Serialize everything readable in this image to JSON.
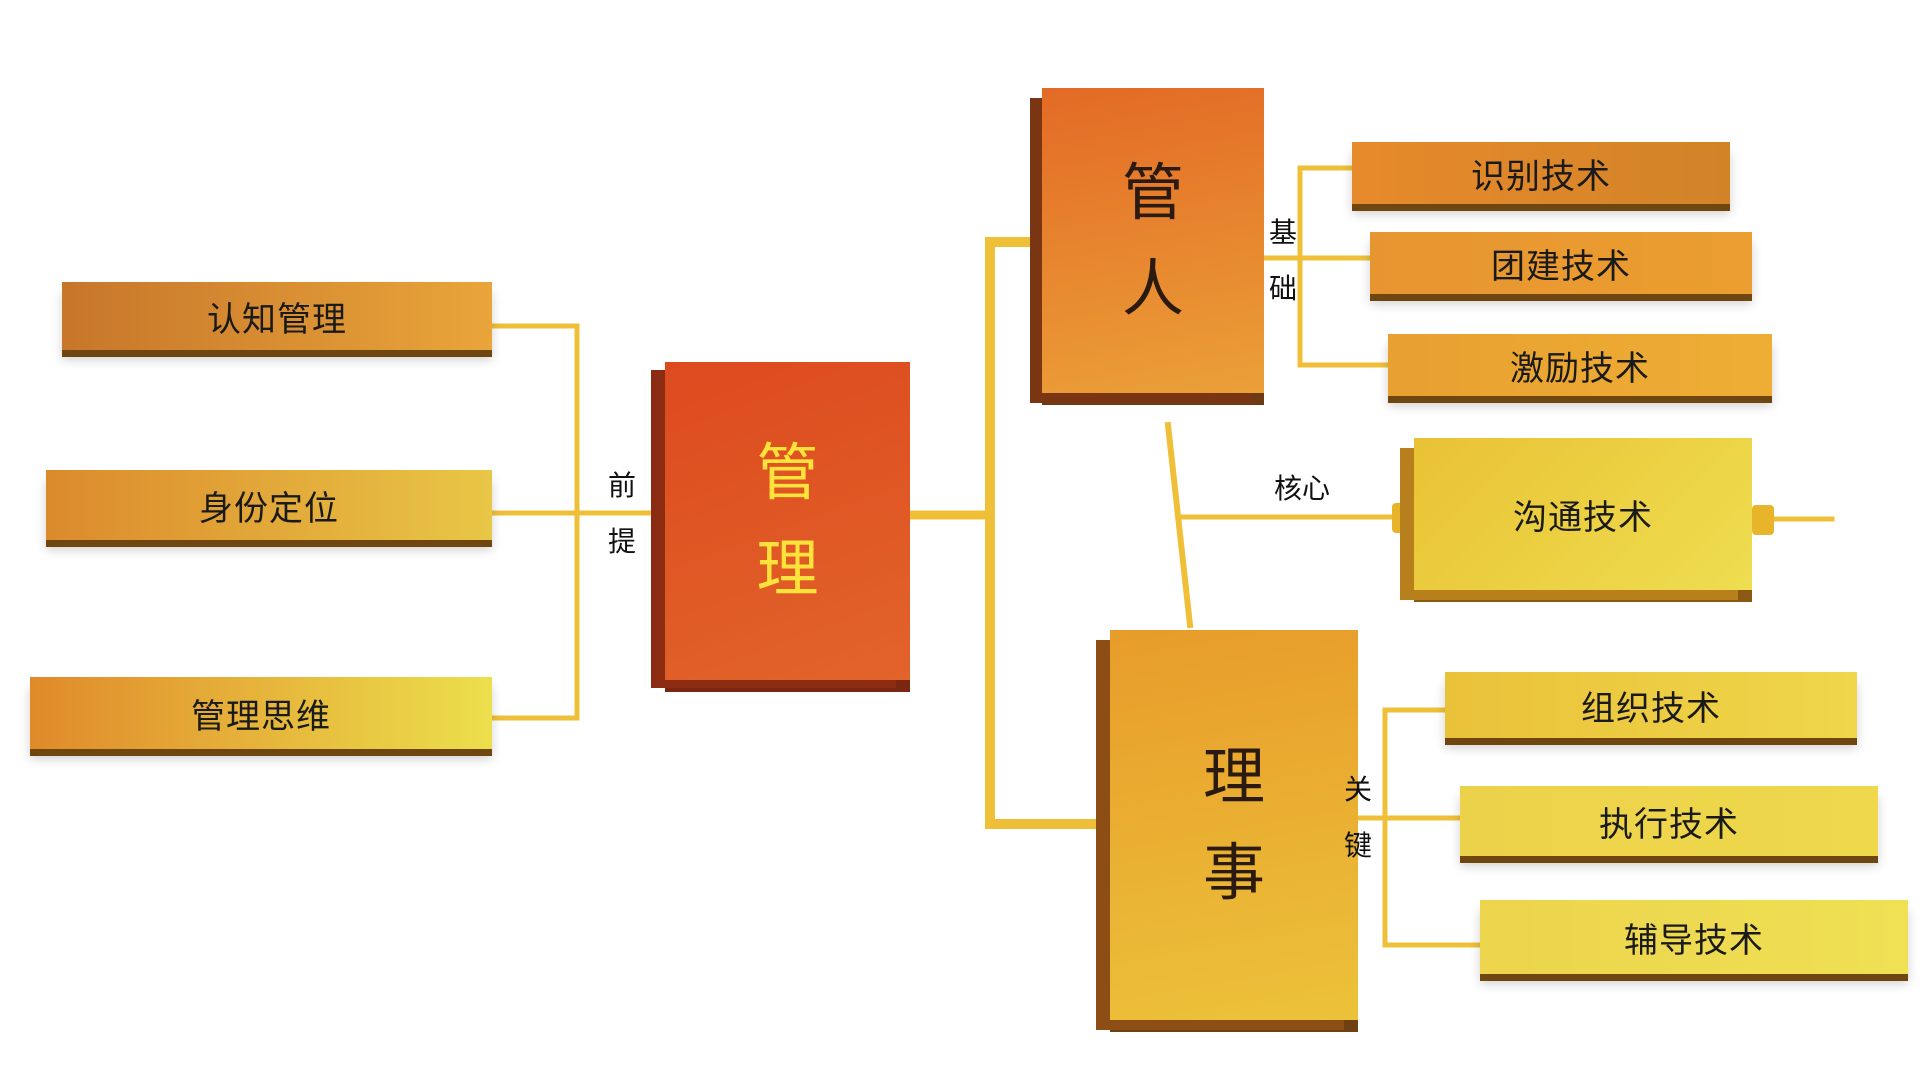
{
  "center": {
    "label": "管理"
  },
  "left": {
    "items": [
      {
        "label": "认知管理"
      },
      {
        "label": "身份定位"
      },
      {
        "label": "管理思维"
      }
    ],
    "edge_label": "前提"
  },
  "manage_people": {
    "label": "管人",
    "edge_label": "基础",
    "items": [
      {
        "label": "识别技术"
      },
      {
        "label": "团建技术"
      },
      {
        "label": "激励技术"
      }
    ]
  },
  "core": {
    "edge_label": "核心",
    "label": "沟通技术"
  },
  "manage_affairs": {
    "label": "理事",
    "edge_label": "关键",
    "items": [
      {
        "label": "组织技术"
      },
      {
        "label": "执行技术"
      },
      {
        "label": "辅导技术"
      }
    ]
  },
  "colors": {
    "center_block": "#dd4a1f",
    "people_block": "#e57a23",
    "affairs_block": "#e9a62a",
    "slab_orange": "#e58f2b",
    "slab_yellow": "#e8d64a",
    "connector": "#efbf38",
    "center_text": "#ffe23a"
  }
}
